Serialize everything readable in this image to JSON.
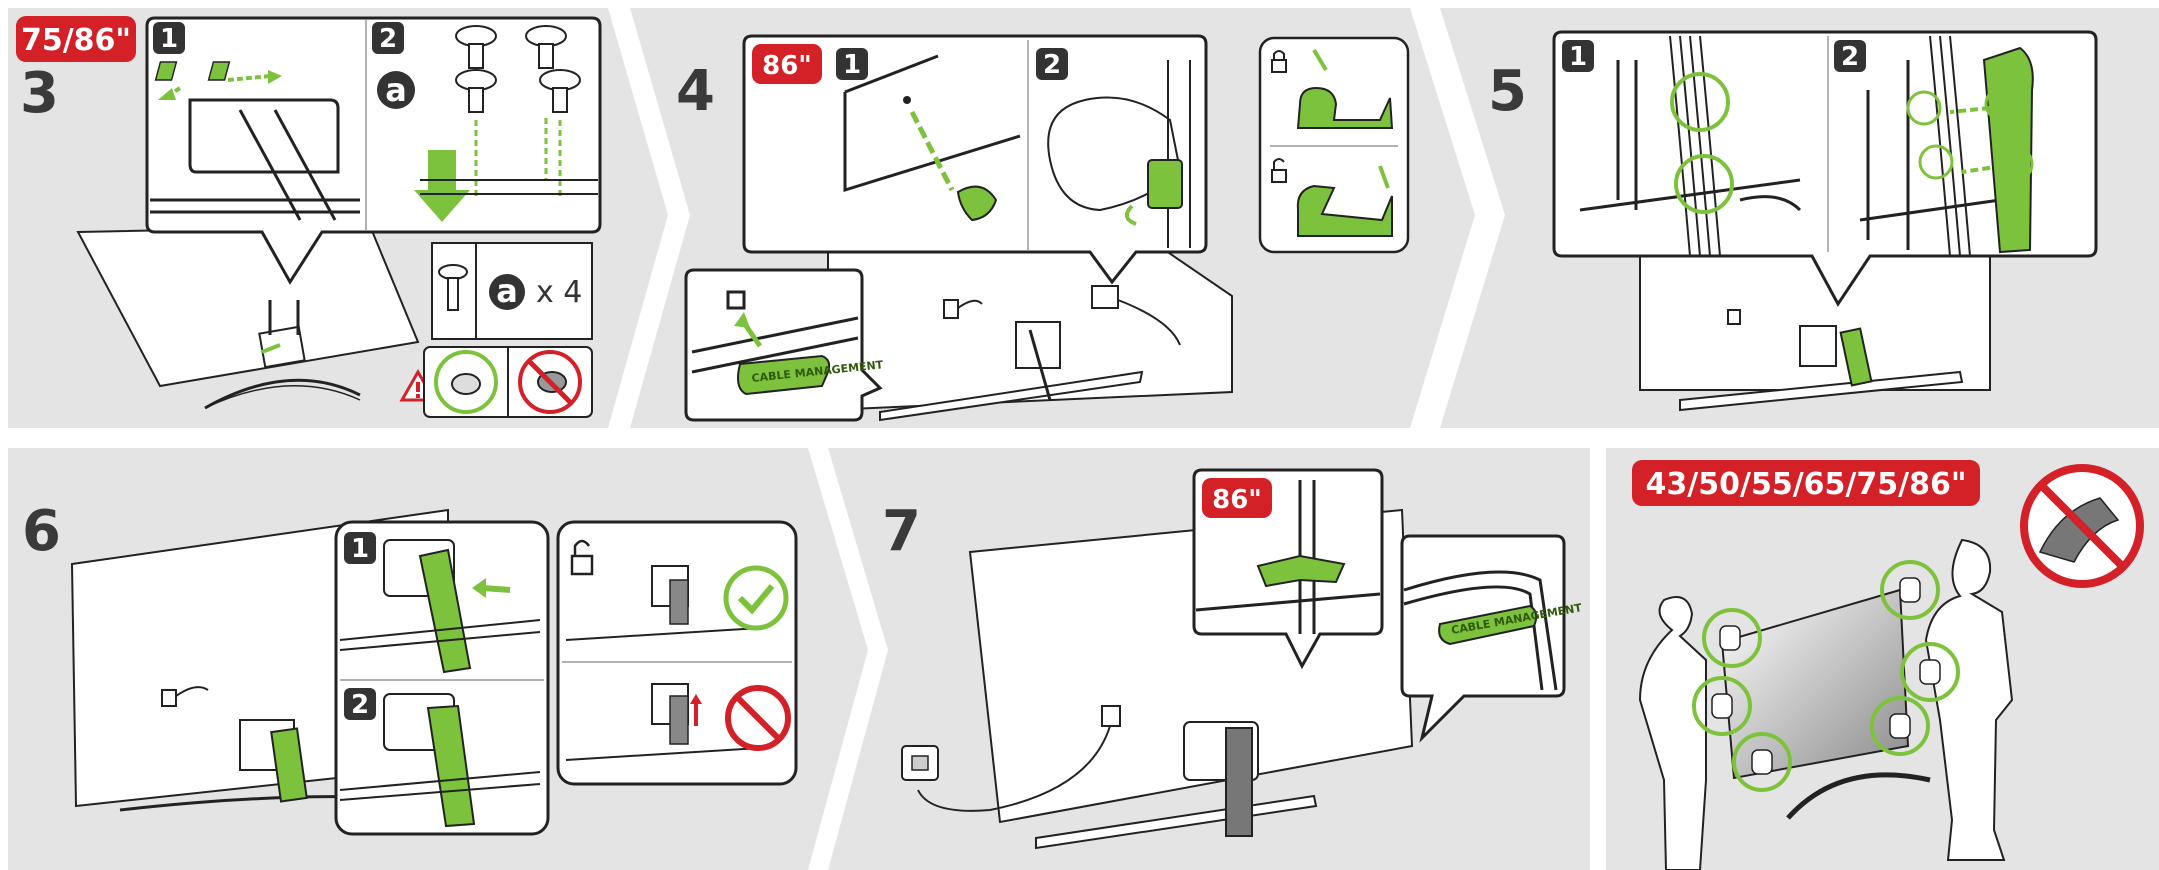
{
  "colors": {
    "panel_bg": "#e4e4e4",
    "accent_green": "#7dc23c",
    "badge_red": "#d42027",
    "line_dark": "#222222"
  },
  "step3": {
    "model_badge": "75/86\"",
    "step_number": "3",
    "sub1": "1",
    "sub2": "2",
    "screw_label": "a",
    "count_label": "x 4",
    "icons": [
      "warning-icon",
      "washer-ok-icon",
      "screw-no-icon"
    ]
  },
  "step4": {
    "step_number": "4",
    "model_badge": "86\"",
    "sub1": "1",
    "sub2": "2",
    "clip_label": "CABLE MANAGEMENT",
    "icons": [
      "lock-closed-icon",
      "lock-open-icon"
    ]
  },
  "step5": {
    "step_number": "5",
    "sub1": "1",
    "sub2": "2"
  },
  "step6": {
    "step_number": "6",
    "sub1": "1",
    "sub2": "2",
    "icons": [
      "lock-open-icon",
      "check-icon",
      "prohibited-icon"
    ]
  },
  "step7": {
    "step_number": "7",
    "model_badge": "86\"",
    "clip_label": "CABLE MANAGEMENT"
  },
  "step8": {
    "model_badge": "43/50/55/65/75/86\"",
    "icons": [
      "no-touch-screen-icon"
    ]
  }
}
